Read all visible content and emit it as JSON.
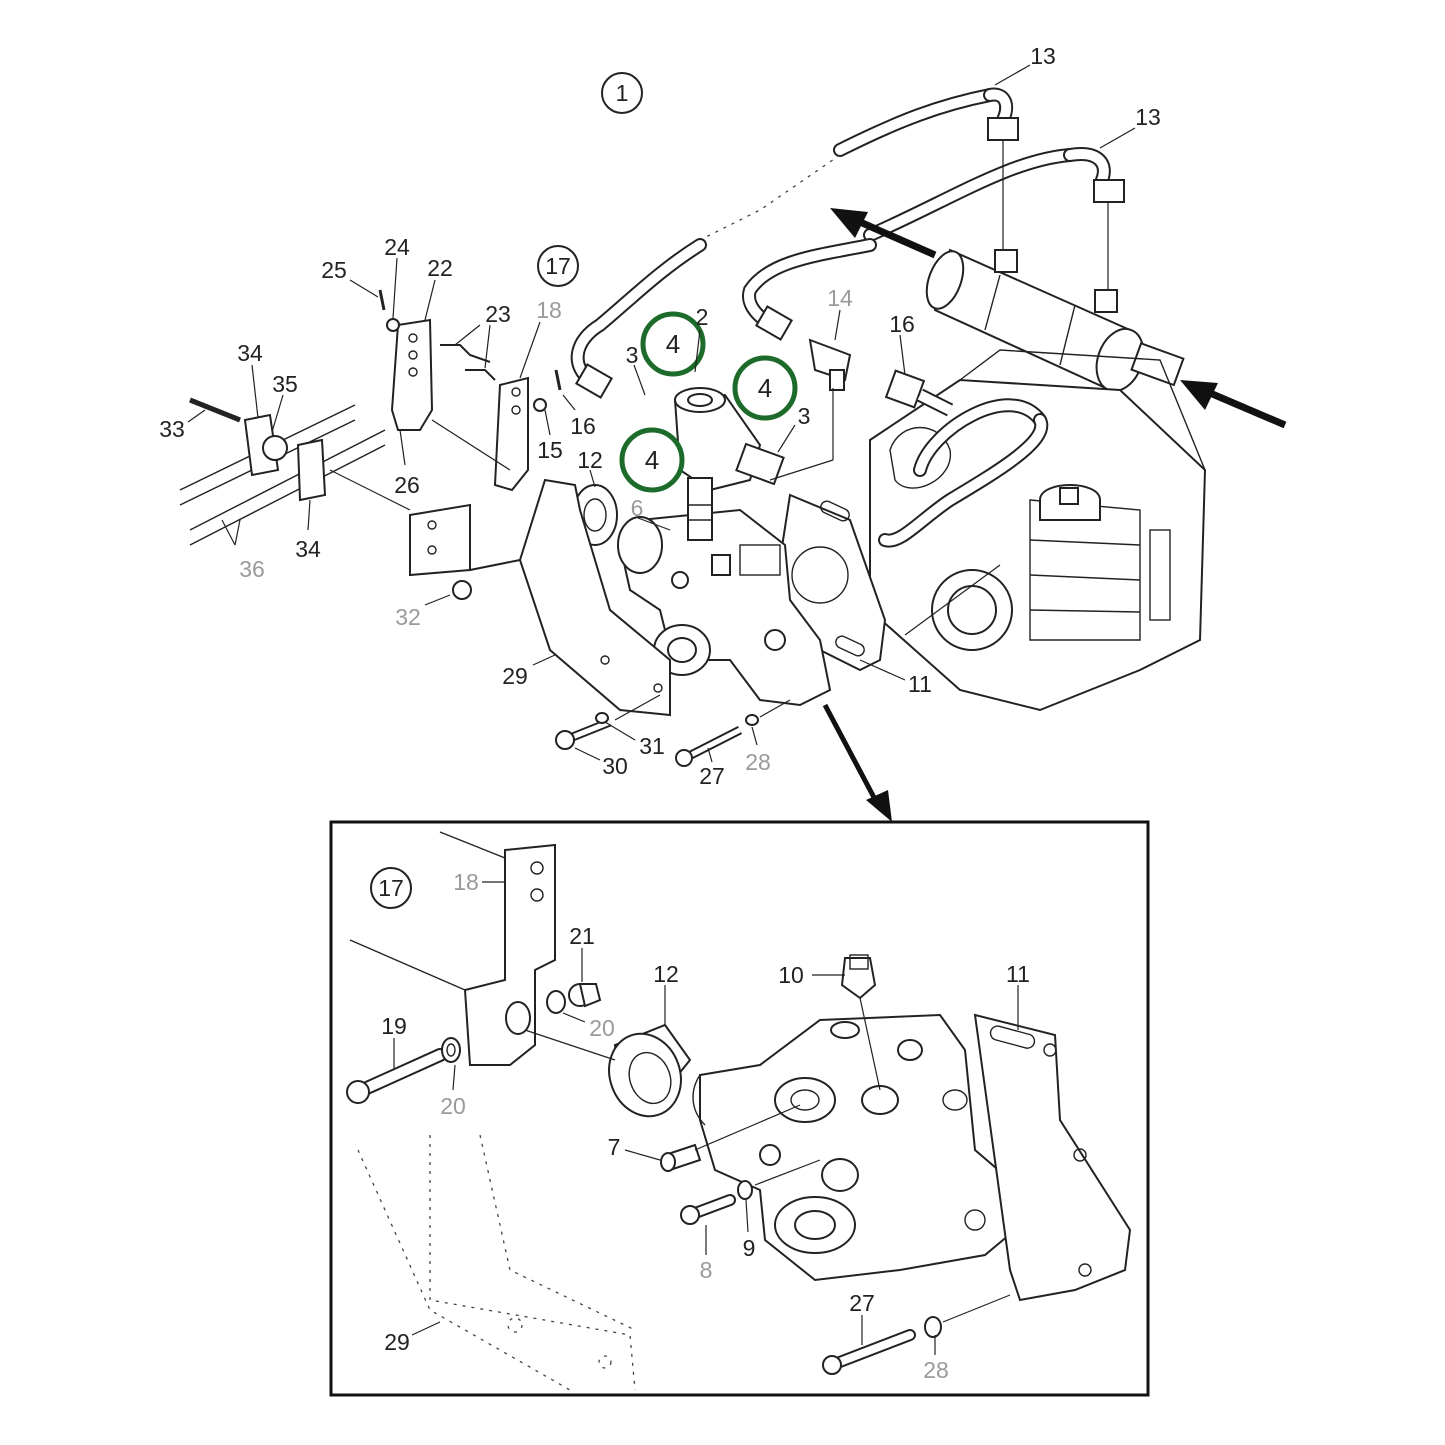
{
  "colors": {
    "highlight": "#1d6b2a",
    "line": "#222222",
    "grey_label": "#9a9a9a",
    "background": "#ffffff"
  },
  "view_labels": {
    "main_view": "1",
    "detail_view": "17",
    "main_detail_ref": "17"
  },
  "highlighted_callouts": [
    "4",
    "4",
    "4"
  ],
  "main_callouts": {
    "c13a": "13",
    "c13b": "13",
    "c2": "2",
    "c3a": "3",
    "c3b": "3",
    "c14": "14",
    "c16a": "16",
    "c18": "18",
    "c16b": "16",
    "c15": "15",
    "c12": "12",
    "c6": "6",
    "c22": "22",
    "c24": "24",
    "c25": "25",
    "c23": "23",
    "c26": "26",
    "c34a": "34",
    "c35": "35",
    "c33": "33",
    "c36": "36",
    "c34b": "34",
    "c32": "32",
    "c29": "29",
    "c11": "11",
    "c31": "31",
    "c30": "30",
    "c27": "27",
    "c28": "28"
  },
  "detail_callouts": {
    "c18": "18",
    "c21": "21",
    "c12": "12",
    "c10": "10",
    "c11": "11",
    "c19": "19",
    "c20a": "20",
    "c20b": "20",
    "c7": "7",
    "c8": "8",
    "c9": "9",
    "c27": "27",
    "c28": "28",
    "c29": "29"
  }
}
